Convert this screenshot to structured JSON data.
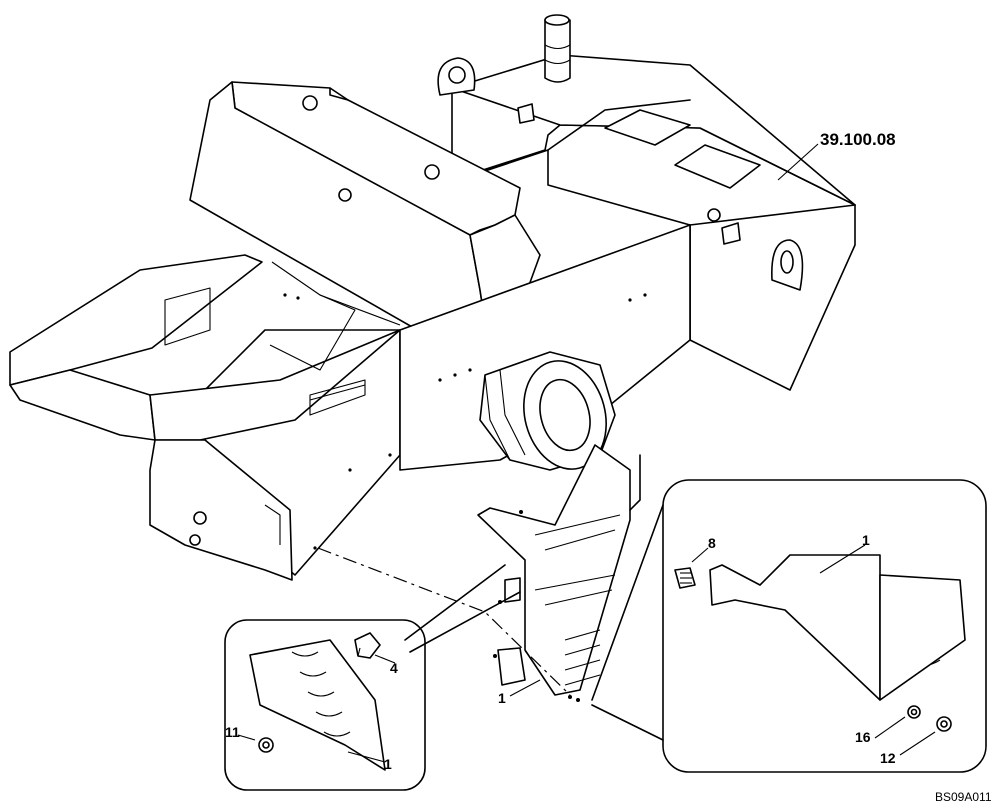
{
  "diagram": {
    "reference": "39.100.08",
    "drawing_code": "BS09A011",
    "callouts": {
      "main_step_part": "1",
      "detail_left_bolt": "4",
      "detail_left_nut": "11",
      "detail_left_part": "1",
      "detail_right_bolt": "8",
      "detail_right_part": "1",
      "detail_right_washer": "16",
      "detail_right_nut": "12"
    }
  }
}
